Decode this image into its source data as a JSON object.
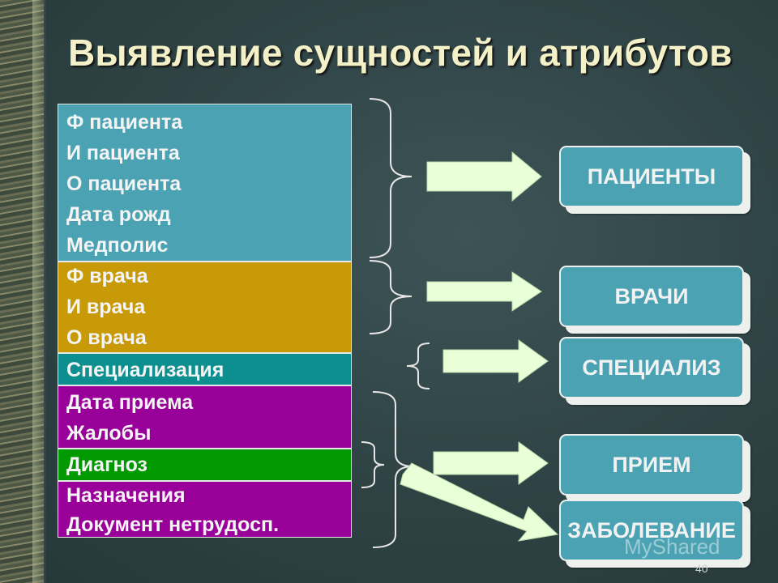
{
  "slide": {
    "title": "Выявление сущностей и атрибутов",
    "page_number": "40",
    "watermark": "MyShared"
  },
  "attributes": {
    "patient": [
      "Ф пациента",
      "И пациента",
      "О пациента",
      "Дата рожд",
      "Медполис"
    ],
    "doctor": [
      "Ф врача",
      "И врача",
      "О врача"
    ],
    "specialization": [
      "Специализация"
    ],
    "visit": [
      "Дата приема",
      "Жалобы"
    ],
    "diagnosis": [
      "Диагноз"
    ],
    "prescription": [
      "Назначения",
      "Документ нетрудосп."
    ]
  },
  "entities": {
    "patients": "ПАЦИЕНТЫ",
    "doctors": "ВРАЧИ",
    "specialization": "СПЕЦИАЛИЗ",
    "visit": "ПРИЕМ",
    "disease": "ЗАБОЛЕВАНИЕ"
  },
  "colors": {
    "patient_group": "#4aa2b2",
    "doctor_group": "#c89a07",
    "specialization_group": "#0e8f8f",
    "visit_group": "#990099",
    "diagnosis_group": "#009900",
    "arrow_fill": "#e8ffd8",
    "entity_fill": "#4aa2b2",
    "title_color": "#f4f1c8"
  }
}
